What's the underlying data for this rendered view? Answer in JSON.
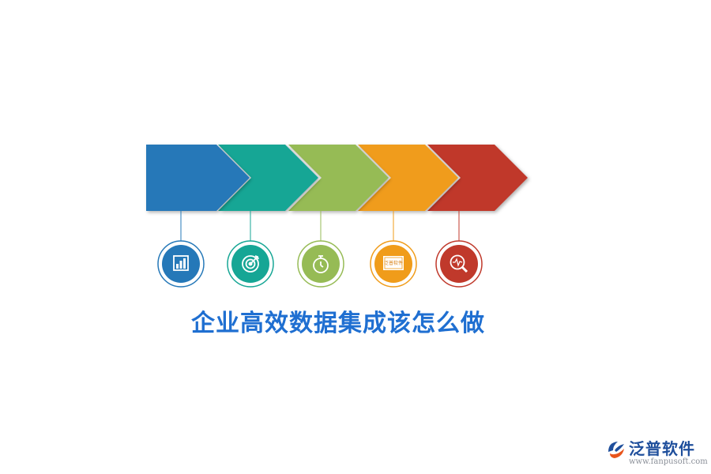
{
  "title": "企业高效数据集成该怎么做",
  "steps": [
    {
      "color": "#2578b8",
      "icon": "bar-chart-icon"
    },
    {
      "color": "#16a695",
      "icon": "target-icon"
    },
    {
      "color": "#96bb55",
      "icon": "stopwatch-icon"
    },
    {
      "color": "#f09c1a",
      "icon": "certificate-icon",
      "icon_text": "泛普软件"
    },
    {
      "color": "#c0392b",
      "icon": "magnifier-pulse-icon"
    }
  ],
  "logo": {
    "name": "泛普软件",
    "url": "www.fanpusoft.com"
  }
}
